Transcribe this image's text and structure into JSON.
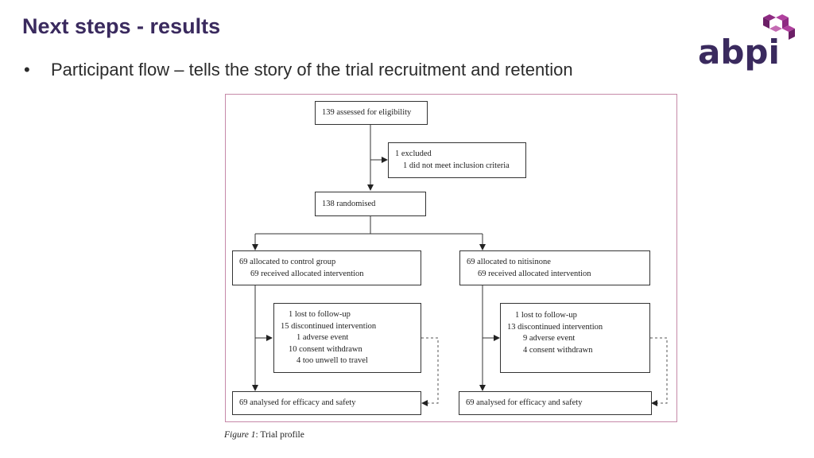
{
  "header": {
    "title": "Next steps - results",
    "bullet": "Participant flow – tells the story of the trial recruitment and retention"
  },
  "logo": {
    "text": "abpi",
    "brand_color": "#3a2a5e",
    "accent_color": "#8e2a82"
  },
  "diagram": {
    "assessed": "139 assessed for eligibility",
    "excluded": {
      "title": "1 excluded",
      "reason": "1 did not meet inclusion criteria"
    },
    "randomised": "138 randomised",
    "control": {
      "allocated": "69 allocated to control group",
      "received": "69 received allocated intervention",
      "lost": "1 lost to follow-up",
      "discontinued": "15 discontinued intervention",
      "reasons": [
        "1 adverse event",
        "10 consent withdrawn",
        "4 too unwell to travel"
      ],
      "analysed": "69 analysed for efficacy and safety"
    },
    "nitisinone": {
      "allocated": "69 allocated to nitisinone",
      "received": "69 received allocated intervention",
      "lost": "1 lost to follow-up",
      "discontinued": "13 discontinued intervention",
      "reasons": [
        "9 adverse event",
        "4 consent withdrawn"
      ],
      "analysed": "69 analysed for efficacy and safety"
    }
  },
  "caption": {
    "label": "Figure 1",
    "text": ": Trial profile"
  }
}
